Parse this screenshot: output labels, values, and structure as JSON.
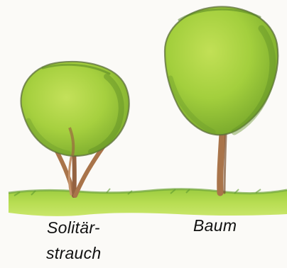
{
  "captions": {
    "shrub_line1": "Solitär-",
    "shrub_line2": "strauch",
    "tree": "Baum"
  },
  "colors": {
    "background": "#fbfaf7",
    "foliage_light": "#b6d94a",
    "foliage_mid": "#8fbf33",
    "foliage_dark": "#4f7d22",
    "outline": "#5c6f3a",
    "trunk": "#a9744a",
    "trunk_dark": "#7a4e2e",
    "ground": "#a9d64a",
    "ground_dark": "#6fa43a"
  },
  "icons": {
    "shrub": "solitary-shrub-drawing",
    "tree": "tree-drawing",
    "ground": "grass-strip"
  }
}
